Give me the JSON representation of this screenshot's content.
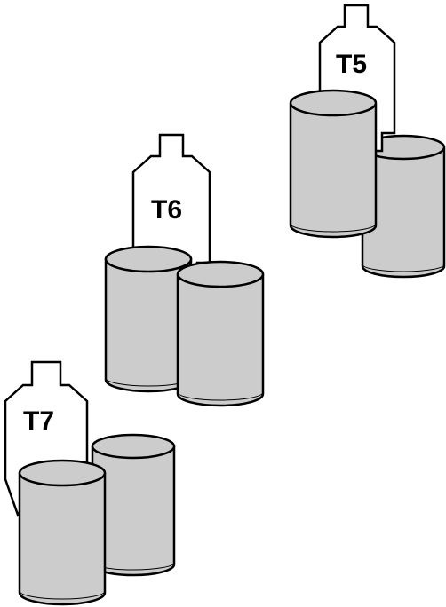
{
  "groups": [
    {
      "id": "t5",
      "label": "T5"
    },
    {
      "id": "t6",
      "label": "T6"
    },
    {
      "id": "t7",
      "label": "T7"
    }
  ],
  "colors": {
    "outline": "#000000",
    "target_fill": "#ffffff",
    "can_fill": "#cccccc",
    "background": "#ffffff"
  }
}
